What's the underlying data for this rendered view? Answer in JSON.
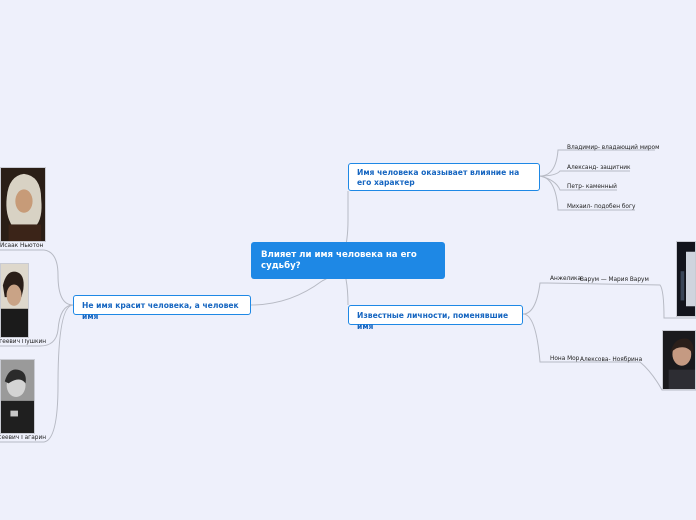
{
  "root": {
    "title": "Влияет ли имя человека на его судьбу?"
  },
  "branches": {
    "influence": {
      "label": "Имя человека оказывает влияние на его характер",
      "leaves": [
        "Владимир- владающий миром",
        "Александ- защитник",
        "Петр- каменный",
        "Михаил- подобен богу"
      ]
    },
    "famous": {
      "label": "Известные личности, поменявшие имя",
      "leaves": [
        {
          "name": "Анжелика",
          "text": "Варум — Мария Варум"
        },
        {
          "name": "Нона Мор",
          "text": "Алексова- Ноябрина"
        }
      ]
    },
    "adorns": {
      "label": "Не имя красит человека, а человек имя",
      "people": [
        "Исаак Ньютон",
        "Александр Сергеевич Пушкин",
        "Юрий Алексеевич Гагарин"
      ]
    }
  }
}
